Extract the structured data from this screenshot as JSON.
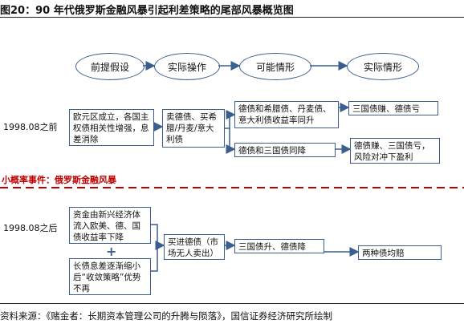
{
  "title": "图20：90 年代俄罗斯金融风暴引起利差策略的尾部风暴概览图",
  "headers": [
    "前提假设",
    "实际操作",
    "可能情形",
    "实际情形"
  ],
  "row1_label": "1998.08之前",
  "row2_label": "1998.08之后",
  "event_label": "小概率事件：俄罗斯金融风暴",
  "boxes": {
    "r1_premise": "欧元区成立，各国主权债相关性增强，息差消除",
    "r1_action": "卖德债、买希腊/丹麦/意大利债",
    "r1_possible_a": "德债和希腊债、丹麦债、意大利债收益率同升",
    "r1_possible_b": "德债和三国债同降",
    "r1_actual_a": "三国债赚、德债亏",
    "r1_actual_b": "德债赚、三国债亏，风险对冲下盈利",
    "r2_premise_a": "资金由新兴经济体流入欧美、德、国债收益率下降",
    "r2_plus": "+",
    "r2_premise_b": "长债息差逐渐缩小后“收敛策略”优势不再",
    "r2_action": "买进德债（市场无人卖出）",
    "r2_possible": "三国债升、德债降",
    "r2_actual": "两种债均赔"
  },
  "source": "资料来源：《赌金者：长期资本管理公司的升腾与陨落》，国信证券经济研究所绘制"
}
